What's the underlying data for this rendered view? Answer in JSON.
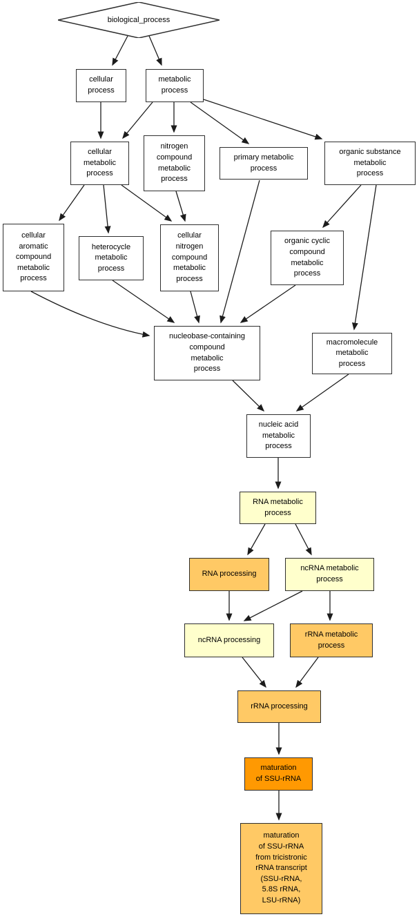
{
  "colors": {
    "node_white": "#ffffff",
    "node_pale_yellow": "#ffffcc",
    "node_orange": "#ffc965",
    "node_bright_orange": "#ff9902",
    "edge": "#1c1c1c",
    "border": "#2e2e2e",
    "text": "#000000"
  },
  "nodes": {
    "biological_process": {
      "label": "biological_process",
      "shape": "diamond"
    },
    "cellular_process": {
      "label": "cellular\nprocess"
    },
    "metabolic_process": {
      "label": "metabolic\nprocess"
    },
    "cellular_metabolic_process": {
      "label": "cellular\nmetabolic\nprocess"
    },
    "nitrogen_compound_metabolic_process": {
      "label": "nitrogen\ncompound\nmetabolic\nprocess"
    },
    "primary_metabolic_process": {
      "label": "primary metabolic\nprocess"
    },
    "organic_substance_metabolic_process": {
      "label": "organic substance\nmetabolic\nprocess"
    },
    "cellular_aromatic_compound_metabolic_process": {
      "label": "cellular\naromatic\ncompound\nmetabolic\nprocess"
    },
    "heterocycle_metabolic_process": {
      "label": "heterocycle\nmetabolic\nprocess"
    },
    "cellular_nitrogen_compound_metabolic_process": {
      "label": "cellular\nnitrogen\ncompound\nmetabolic\nprocess"
    },
    "organic_cyclic_compound_metabolic_process": {
      "label": "organic cyclic\ncompound\nmetabolic\nprocess"
    },
    "nucleobase_containing_compound_metabolic_process": {
      "label": "nucleobase-containing\ncompound\nmetabolic\nprocess"
    },
    "macromolecule_metabolic_process": {
      "label": "macromolecule\nmetabolic\nprocess"
    },
    "nucleic_acid_metabolic_process": {
      "label": "nucleic acid\nmetabolic\nprocess"
    },
    "rna_metabolic_process": {
      "label": "RNA metabolic\nprocess"
    },
    "rna_processing": {
      "label": "RNA processing"
    },
    "ncrna_metabolic_process": {
      "label": "ncRNA metabolic\nprocess"
    },
    "ncrna_processing": {
      "label": "ncRNA processing"
    },
    "rrna_metabolic_process": {
      "label": "rRNA metabolic\nprocess"
    },
    "rrna_processing": {
      "label": "rRNA processing"
    },
    "maturation_of_ssu_rrna": {
      "label": "maturation\nof SSU-rRNA"
    },
    "maturation_of_ssu_rrna_from_tricistronic": {
      "label": "maturation\nof SSU-rRNA\nfrom tricistronic\nrRNA transcript\n(SSU-rRNA,\n5.8S rRNA,\nLSU-rRNA)"
    }
  },
  "edges": [
    {
      "from": "biological_process",
      "to": "cellular_process"
    },
    {
      "from": "biological_process",
      "to": "metabolic_process"
    },
    {
      "from": "cellular_process",
      "to": "cellular_metabolic_process"
    },
    {
      "from": "metabolic_process",
      "to": "cellular_metabolic_process"
    },
    {
      "from": "metabolic_process",
      "to": "nitrogen_compound_metabolic_process"
    },
    {
      "from": "metabolic_process",
      "to": "primary_metabolic_process"
    },
    {
      "from": "metabolic_process",
      "to": "organic_substance_metabolic_process"
    },
    {
      "from": "cellular_metabolic_process",
      "to": "cellular_aromatic_compound_metabolic_process"
    },
    {
      "from": "cellular_metabolic_process",
      "to": "heterocycle_metabolic_process"
    },
    {
      "from": "cellular_metabolic_process",
      "to": "cellular_nitrogen_compound_metabolic_process"
    },
    {
      "from": "nitrogen_compound_metabolic_process",
      "to": "cellular_nitrogen_compound_metabolic_process"
    },
    {
      "from": "organic_substance_metabolic_process",
      "to": "organic_cyclic_compound_metabolic_process"
    },
    {
      "from": "organic_substance_metabolic_process",
      "to": "macromolecule_metabolic_process"
    },
    {
      "from": "cellular_aromatic_compound_metabolic_process",
      "to": "nucleobase_containing_compound_metabolic_process"
    },
    {
      "from": "heterocycle_metabolic_process",
      "to": "nucleobase_containing_compound_metabolic_process"
    },
    {
      "from": "cellular_nitrogen_compound_metabolic_process",
      "to": "nucleobase_containing_compound_metabolic_process"
    },
    {
      "from": "primary_metabolic_process",
      "to": "nucleobase_containing_compound_metabolic_process"
    },
    {
      "from": "organic_cyclic_compound_metabolic_process",
      "to": "nucleobase_containing_compound_metabolic_process"
    },
    {
      "from": "nucleobase_containing_compound_metabolic_process",
      "to": "nucleic_acid_metabolic_process"
    },
    {
      "from": "macromolecule_metabolic_process",
      "to": "nucleic_acid_metabolic_process"
    },
    {
      "from": "nucleic_acid_metabolic_process",
      "to": "rna_metabolic_process"
    },
    {
      "from": "rna_metabolic_process",
      "to": "rna_processing"
    },
    {
      "from": "rna_metabolic_process",
      "to": "ncrna_metabolic_process"
    },
    {
      "from": "rna_processing",
      "to": "ncrna_processing"
    },
    {
      "from": "ncrna_metabolic_process",
      "to": "ncrna_processing"
    },
    {
      "from": "ncrna_metabolic_process",
      "to": "rrna_metabolic_process"
    },
    {
      "from": "ncrna_processing",
      "to": "rrna_processing"
    },
    {
      "from": "rrna_metabolic_process",
      "to": "rrna_processing"
    },
    {
      "from": "rrna_processing",
      "to": "maturation_of_ssu_rrna"
    },
    {
      "from": "maturation_of_ssu_rrna",
      "to": "maturation_of_ssu_rrna_from_tricistronic"
    }
  ]
}
